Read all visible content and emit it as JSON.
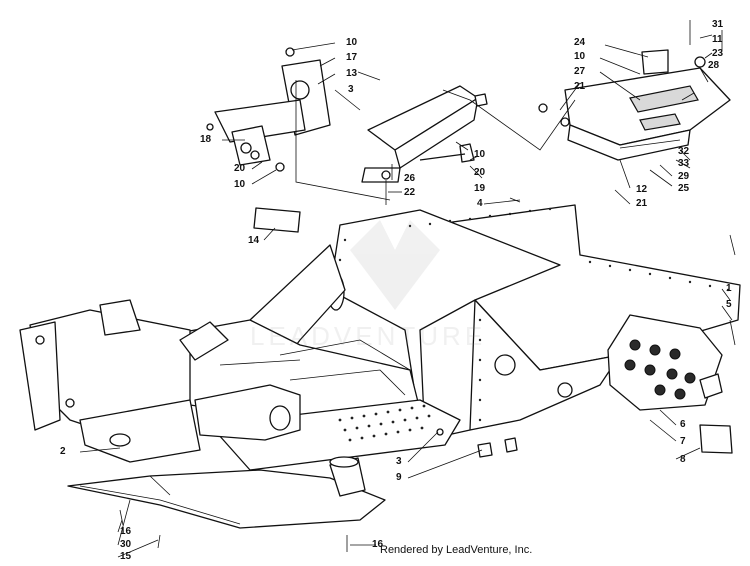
{
  "callouts": {
    "n1": "1",
    "n2": "2",
    "n3a": "3",
    "n3b": "3",
    "n4": "4",
    "n5": "5",
    "n6": "6",
    "n7": "7",
    "n8": "8",
    "n9": "9",
    "n10a": "10",
    "n10b": "10",
    "n10c": "10",
    "n10d": "10",
    "n11": "11",
    "n12": "12",
    "n13": "13",
    "n14": "14",
    "n15": "15",
    "n16a": "16",
    "n16b": "16",
    "n17": "17",
    "n18": "18",
    "n19": "19",
    "n20a": "20",
    "n20b": "20",
    "n21a": "21",
    "n21b": "21",
    "n22": "22",
    "n23": "23",
    "n24": "24",
    "n25": "25",
    "n26": "26",
    "n27": "27",
    "n28": "28",
    "n29": "29",
    "n30": "30",
    "n31": "31",
    "n32": "32",
    "n33": "33"
  },
  "credit": "Rendered by LeadVenture, Inc."
}
